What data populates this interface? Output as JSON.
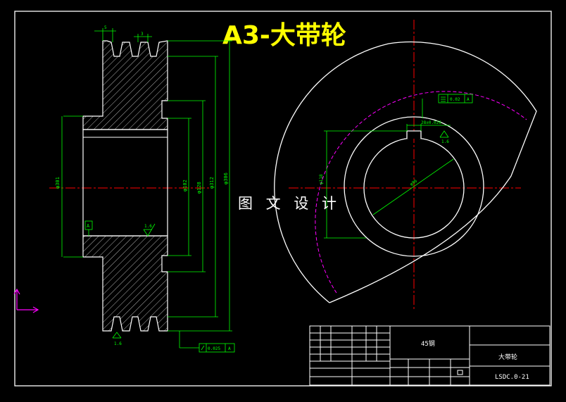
{
  "title": "A3-大带轮",
  "watermark": "图 文 设 计",
  "colors": {
    "background": "#000000",
    "outline": "#ffffff",
    "dimension": "#00ff00",
    "center_line": "#ff0000",
    "pitch_circle": "#ff00ff",
    "title": "#ffff00",
    "axis_icon": "#ff00ff"
  },
  "dimensions": {
    "groove_width_1": "5",
    "groove_width_2": "3",
    "hub_dia": "φ301",
    "bore_dia_1": "φ102",
    "bore_dia_2": "φ128",
    "outer_dia_1": "φ312",
    "outer_dia_2": "φ306",
    "keyway_height": "φ118",
    "keyway_width": "28±0.026",
    "bore_dia_end": "φ96"
  },
  "tolerances": {
    "position_frame": "0.02",
    "position_datum": "A",
    "runout_frame": "0.025",
    "runout_datum": "A",
    "datum_label": "A"
  },
  "roughness": {
    "hub": "1.6",
    "groove": "1.6",
    "keyway": "1.6"
  },
  "title_block": {
    "material": "45钢",
    "part_name": "大带轮",
    "drawing_no": "LSDC.0-21"
  }
}
